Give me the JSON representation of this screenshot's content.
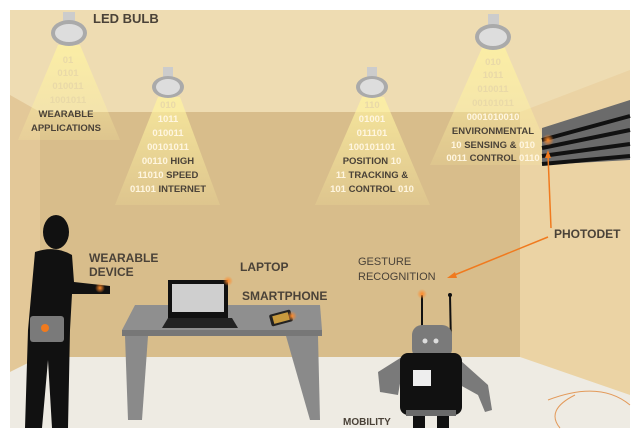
{
  "labels": {
    "led_bulb": "LED BULB",
    "wearable_device": [
      "WEARABLE",
      "DEVICE"
    ],
    "laptop": "LAPTOP",
    "smartphone": "SMARTPHONE",
    "gesture_recognition": [
      "GESTURE",
      "RECOGNITION"
    ],
    "photodetector": "PHOTODET",
    "mobility": "MOBILITY"
  },
  "bulbs": [
    {
      "binary": [
        "01",
        "0101",
        "010011",
        "1001011"
      ],
      "caption": [
        "WEARABLE",
        "APPLICATIONS"
      ]
    },
    {
      "binary": [
        "010",
        "1011",
        "010011",
        "00101011"
      ],
      "mixed": [
        [
          "00110",
          "HIGH"
        ],
        [
          "11010",
          "SPEED"
        ],
        [
          "01101",
          "INTERNET"
        ]
      ]
    },
    {
      "binary": [
        "110",
        "01001",
        "011101",
        "100101101"
      ],
      "mixed": [
        [
          "POSITION",
          "10"
        ],
        [
          "11",
          "TRACKING &"
        ],
        [
          "101",
          "CONTROL",
          "010"
        ]
      ]
    },
    {
      "binary": [
        "010",
        "1011",
        "010011",
        "00101011",
        "0001010010"
      ],
      "mixed": [
        [
          "ENVIRONMENTAL"
        ],
        [
          "10",
          "SENSING &",
          "010"
        ],
        [
          "0011",
          "CONTROL",
          "0110"
        ]
      ]
    }
  ],
  "colors": {
    "accent": "#f07a1e",
    "wall": "#d8bd8b",
    "ceiling": "#eedcb2",
    "floor": "#eeebe3",
    "text": "#4a4238"
  }
}
